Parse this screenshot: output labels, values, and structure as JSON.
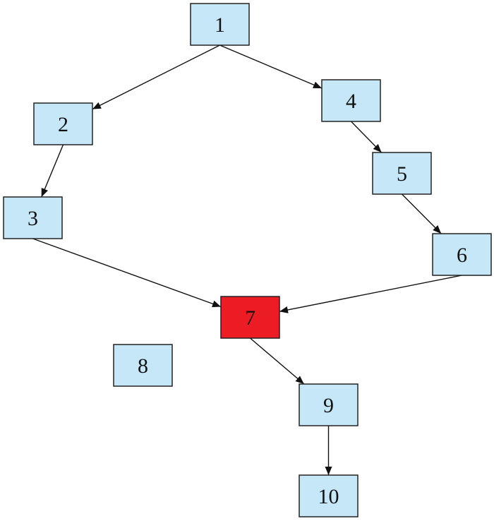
{
  "diagram": {
    "nodes": [
      {
        "id": "1",
        "label": "1"
      },
      {
        "id": "2",
        "label": "2"
      },
      {
        "id": "3",
        "label": "3"
      },
      {
        "id": "4",
        "label": "4"
      },
      {
        "id": "5",
        "label": "5"
      },
      {
        "id": "6",
        "label": "6"
      },
      {
        "id": "7",
        "label": "7"
      },
      {
        "id": "8",
        "label": "8"
      },
      {
        "id": "9",
        "label": "9"
      },
      {
        "id": "10",
        "label": "10"
      }
    ],
    "edges": [
      {
        "from": "1",
        "to": "2"
      },
      {
        "from": "1",
        "to": "4"
      },
      {
        "from": "2",
        "to": "3"
      },
      {
        "from": "4",
        "to": "5"
      },
      {
        "from": "5",
        "to": "6"
      },
      {
        "from": "3",
        "to": "7"
      },
      {
        "from": "6",
        "to": "7"
      },
      {
        "from": "7",
        "to": "9"
      },
      {
        "from": "9",
        "to": "10"
      }
    ],
    "highlighted_node": "7",
    "colors": {
      "node_fill": "#c6e7f7",
      "highlight_fill": "#ec1c24",
      "edge": "#111111"
    }
  }
}
